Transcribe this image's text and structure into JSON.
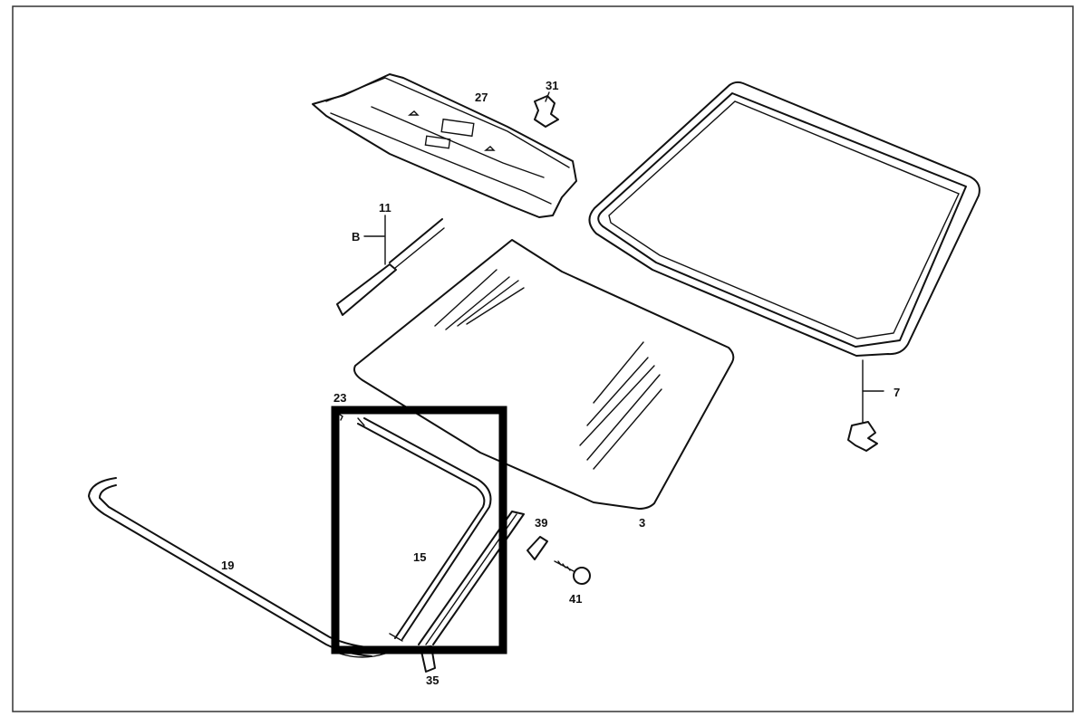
{
  "callouts": {
    "p3": "3",
    "p7": "7",
    "p11": "11",
    "p11_aux": "B",
    "p15": "15",
    "p19": "19",
    "p23": "23",
    "p27": "27",
    "p31": "31",
    "p35": "35",
    "p39": "39",
    "p41": "41"
  },
  "highlight": {
    "target_part": "15",
    "color": "#000000"
  }
}
